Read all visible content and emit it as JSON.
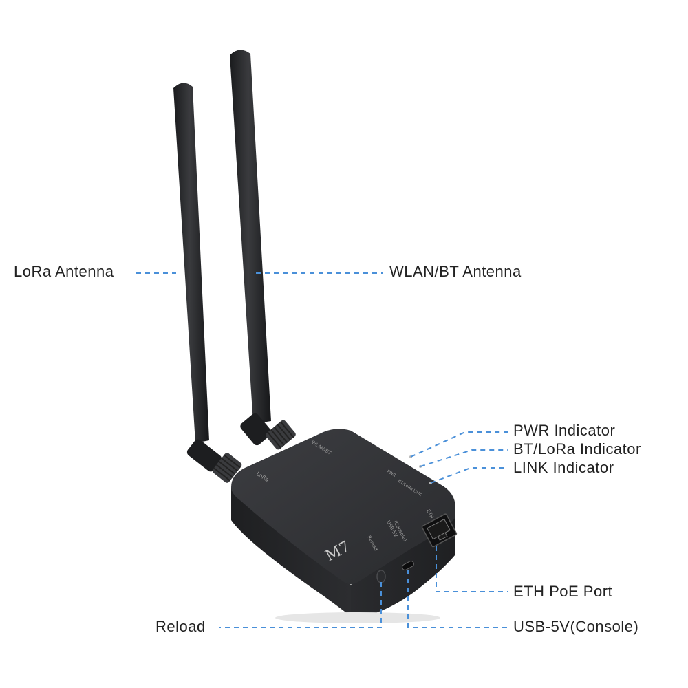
{
  "device": {
    "model": "M7",
    "silkscreen": {
      "lora": "LoRa",
      "wlan": "WLAN/BT",
      "pwr": "PWR",
      "btlora": "BT/LoRa",
      "link": "LINK",
      "eth": "ETH",
      "usb": "USB-5V",
      "console": "(Console)",
      "reload": "Reload"
    }
  },
  "callouts": {
    "lora_antenna": "LoRa Antenna",
    "wlan_antenna": "WLAN/BT Antenna",
    "pwr_indicator": "PWR Indicator",
    "btlora_indicator": "BT/LoRa Indicator",
    "link_indicator": "LINK Indicator",
    "eth_port": "ETH PoE Port",
    "usb_port": "USB-5V(Console)",
    "reload": "Reload"
  },
  "colors": {
    "leader_line": "#4a90d9",
    "device_body": "#2b2c2f",
    "antenna": "#252628"
  }
}
